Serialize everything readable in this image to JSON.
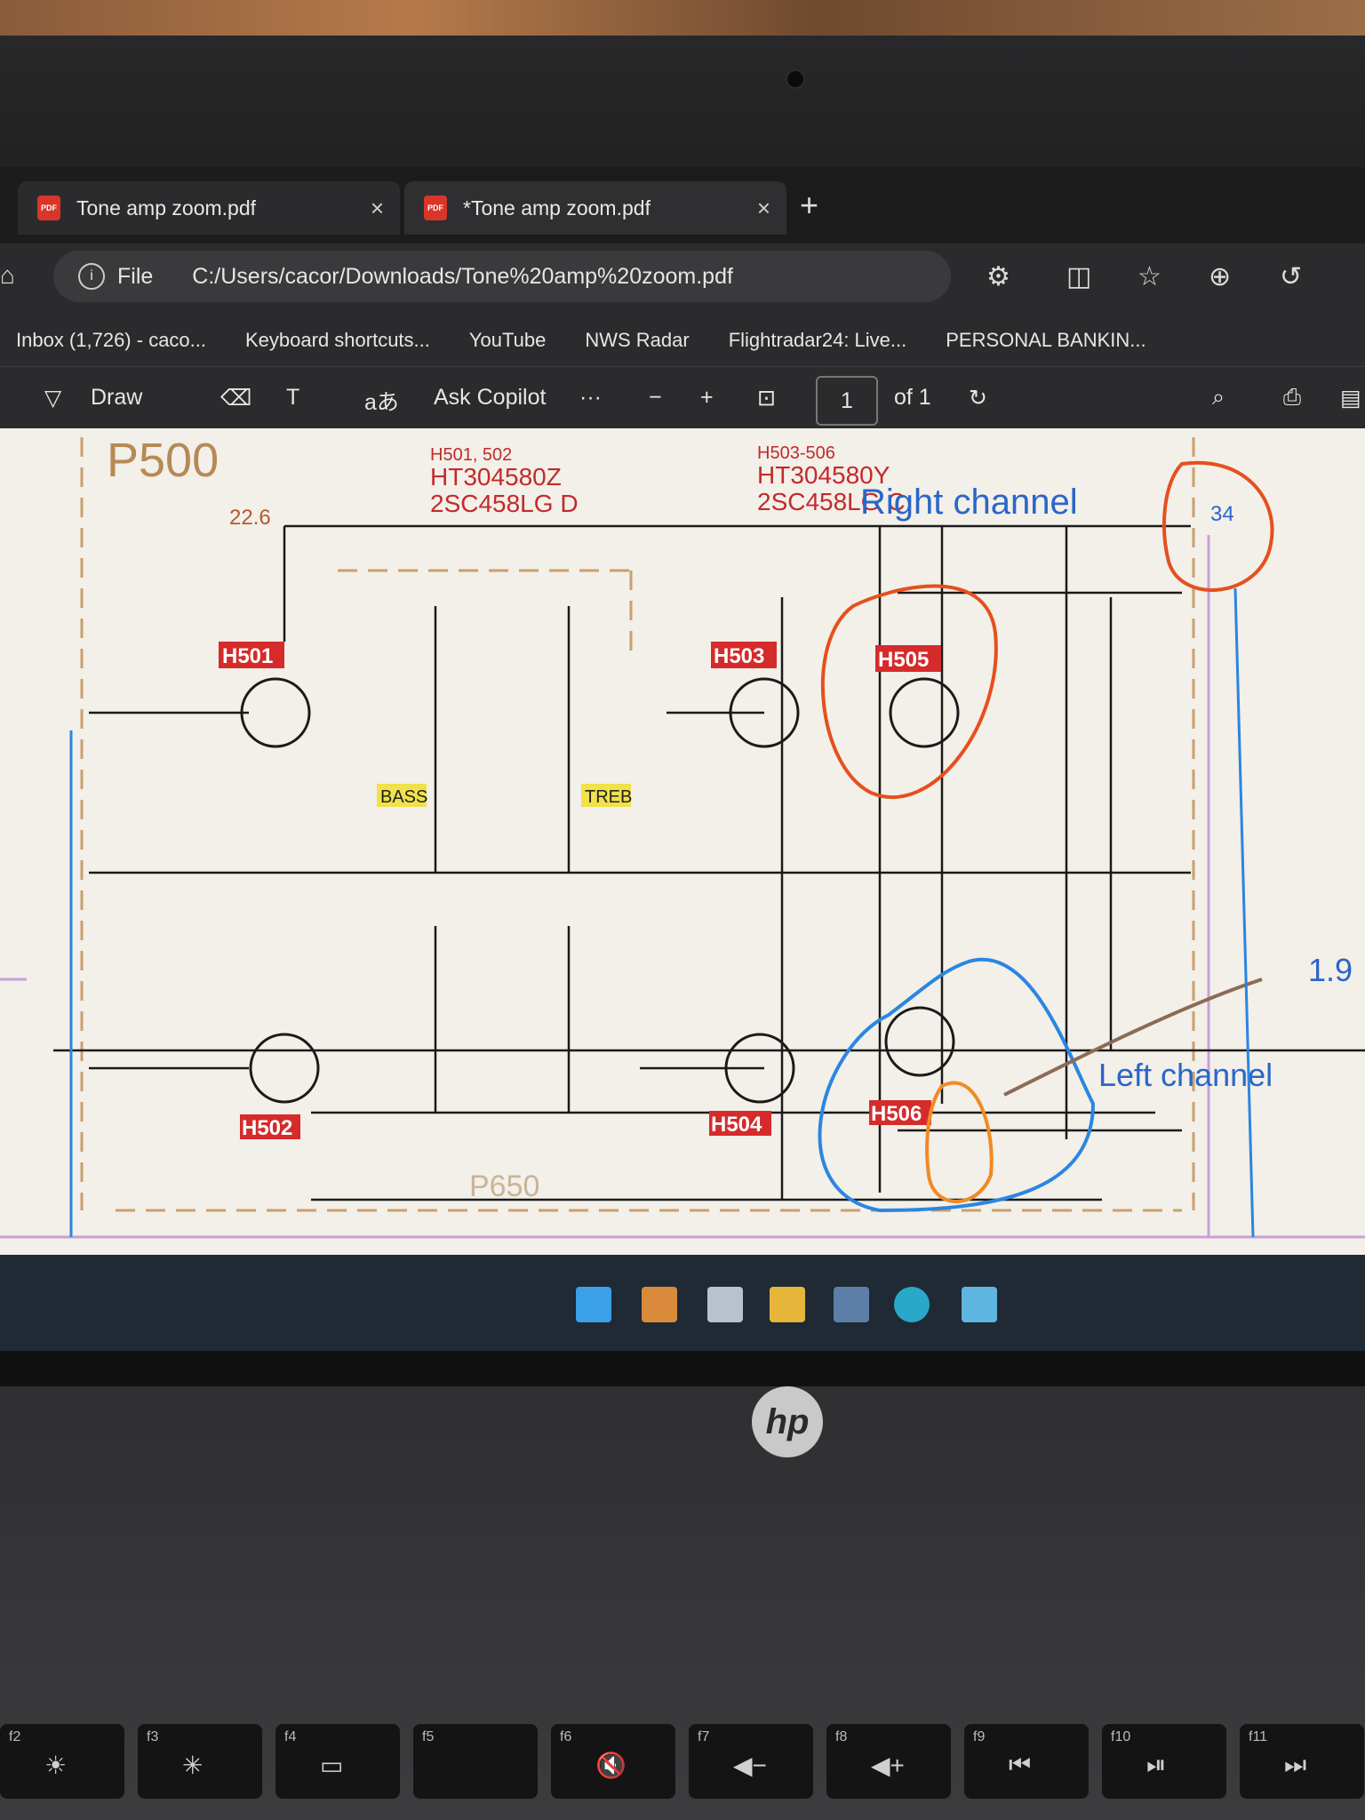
{
  "browser": {
    "tabs": [
      {
        "label": "Tone amp zoom.pdf"
      },
      {
        "label": "*Tone amp zoom.pdf"
      }
    ],
    "file_label": "File",
    "url": "C:/Users/cacor/Downloads/Tone%20amp%20zoom.pdf",
    "favorites": [
      "Inbox (1,726) - caco...",
      "Keyboard shortcuts...",
      "YouTube",
      "NWS Radar",
      "Flightradar24: Live...",
      "PERSONAL BANKIN..."
    ]
  },
  "pdf_toolbar": {
    "draw": "Draw",
    "copilot": "Ask Copilot",
    "page": "1",
    "of": "of 1"
  },
  "schematic": {
    "board": "P500",
    "h501": "H501, 502",
    "h501a": "HT304580Z",
    "h501b": "2SC458LG D",
    "h503": "H503-506",
    "h503a": "HT304580Y",
    "h503b": "2SC458LG C",
    "right_channel": "Right channel",
    "left_channel": "Left channel",
    "note34": "34",
    "note19": "1.9",
    "v226": "22.6",
    "p650": "P650",
    "bass": "BASS",
    "treb": "TREB"
  },
  "taskbar_icons": [
    "start-icon",
    "copilot-icon",
    "widgets-icon",
    "folder-icon",
    "calculator-icon",
    "edge-icon",
    "notepad-icon"
  ],
  "keyboard": {
    "brand": "hp",
    "fkeys": [
      "f2",
      "f3",
      "f4",
      "f5",
      "f6",
      "f7",
      "f8",
      "f9",
      "f10",
      "f11"
    ]
  }
}
